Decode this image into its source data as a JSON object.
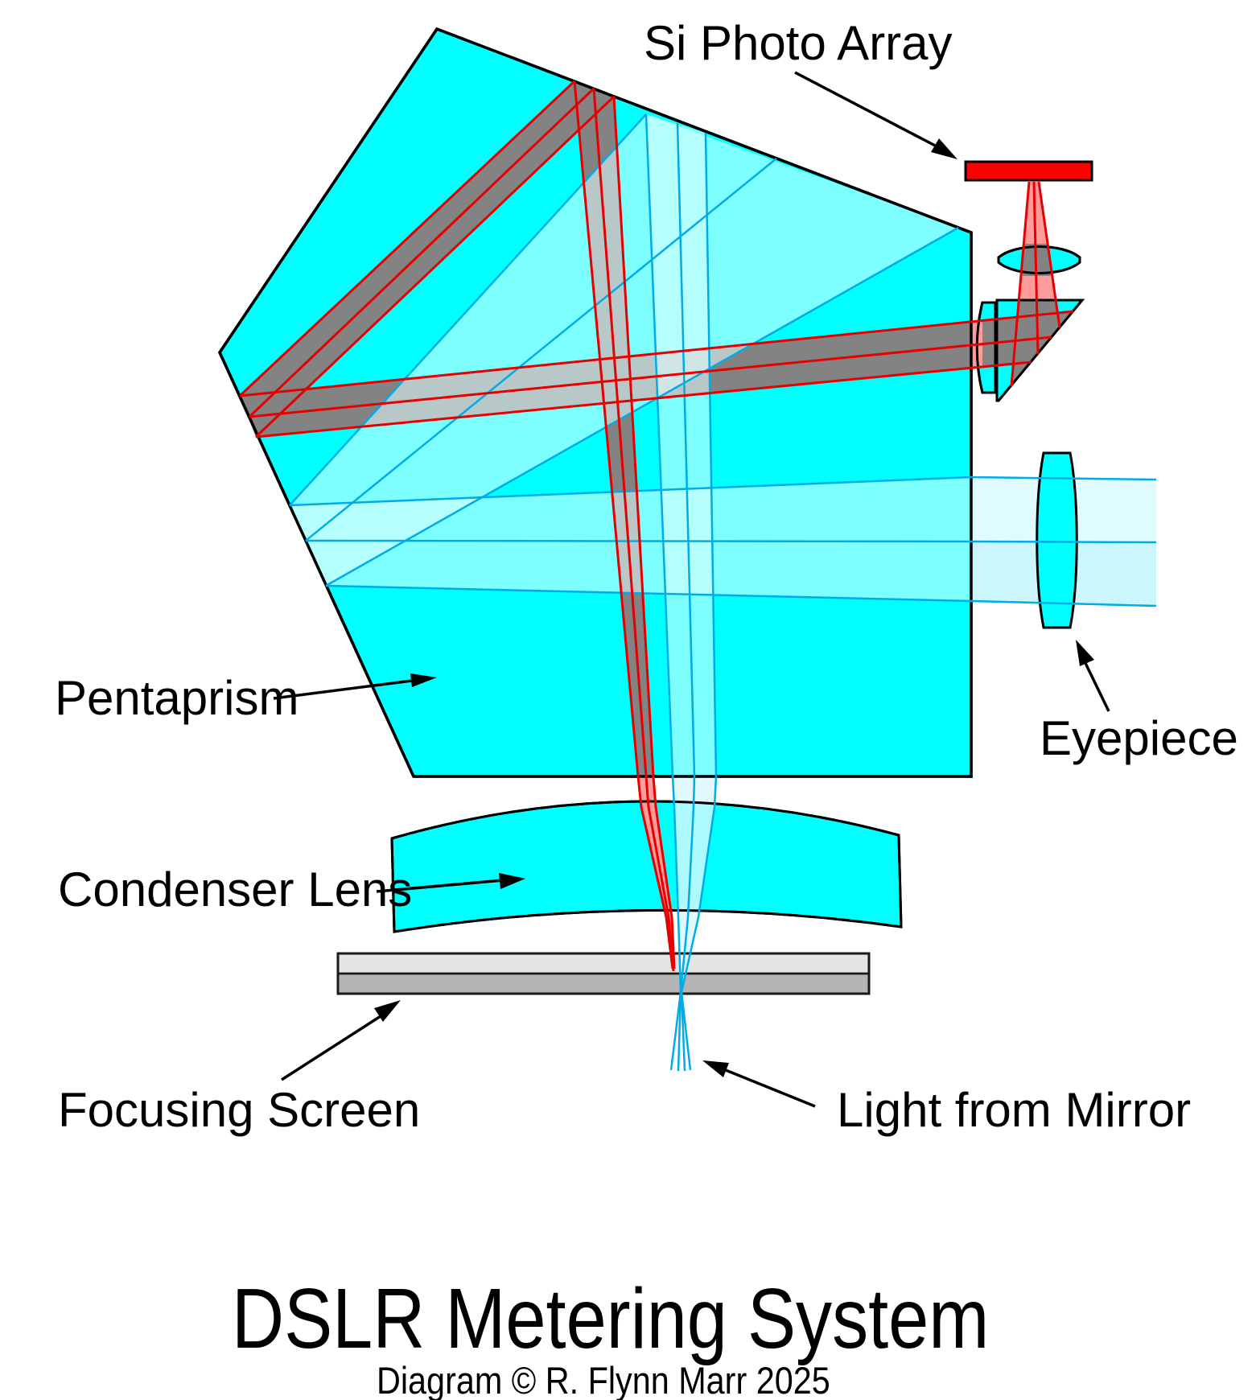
{
  "title": "DSLR Metering System",
  "subtitle": "Diagram © R. Flynn Marr 2025",
  "labels": {
    "si_photo_array": "Si Photo Array",
    "pentaprism": "Pentaprism",
    "eyepiece": "Eyepiece",
    "condenser_lens": "Condenser Lens",
    "focusing_screen": "Focusing Screen",
    "light_from_mirror": "Light from Mirror"
  },
  "components": [
    "pentaprism",
    "si-photo-array",
    "photo-array-lens",
    "beam-splitter-prism",
    "relay-lens",
    "eyepiece-lens",
    "condenser-lens",
    "focusing-screen"
  ],
  "colors": {
    "prism_cyan": "#00FFFF",
    "beam_gray": "#838383",
    "metering_red_line": "#E60000",
    "metering_pink_fill": "#FF9B9B",
    "photo_array_red": "#FF0000",
    "viewing_line_cyan": "#00ACE8",
    "viewing_pale_fill": "#D9F9FF",
    "screen_top_gray": "#E4E4E4",
    "screen_bottom_gray": "#B5B5B5",
    "outline_black": "#000000",
    "text_black": "#000000"
  }
}
